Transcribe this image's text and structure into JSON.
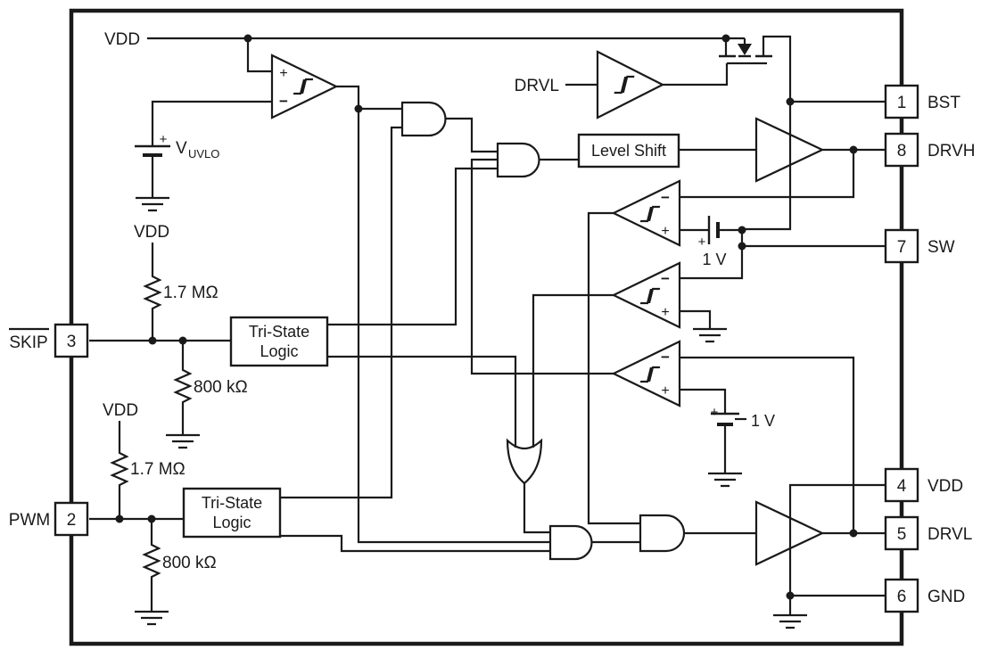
{
  "colors": {
    "ink": "#1a1a1a",
    "background": "#ffffff"
  },
  "labels": {
    "vdd": "VDD",
    "v_uvlo_main": "V",
    "v_uvlo_sub": "UVLO",
    "drvl_signal": "DRVL",
    "level_shift": "Level Shift",
    "tristate_line1": "Tri-State",
    "tristate_line2": "Logic",
    "r_pullup": "1.7 MΩ",
    "r_pulldown": "800 kΩ",
    "one_volt": "1 V",
    "plus": "+",
    "minus": "−"
  },
  "pins": {
    "right": [
      {
        "num": "1",
        "name": "BST"
      },
      {
        "num": "8",
        "name": "DRVH"
      },
      {
        "num": "7",
        "name": "SW"
      },
      {
        "num": "4",
        "name": "VDD"
      },
      {
        "num": "5",
        "name": "DRVL"
      },
      {
        "num": "6",
        "name": "GND"
      }
    ],
    "left": [
      {
        "num": "3",
        "name": "SKIP"
      },
      {
        "num": "2",
        "name": "PWM"
      }
    ]
  }
}
